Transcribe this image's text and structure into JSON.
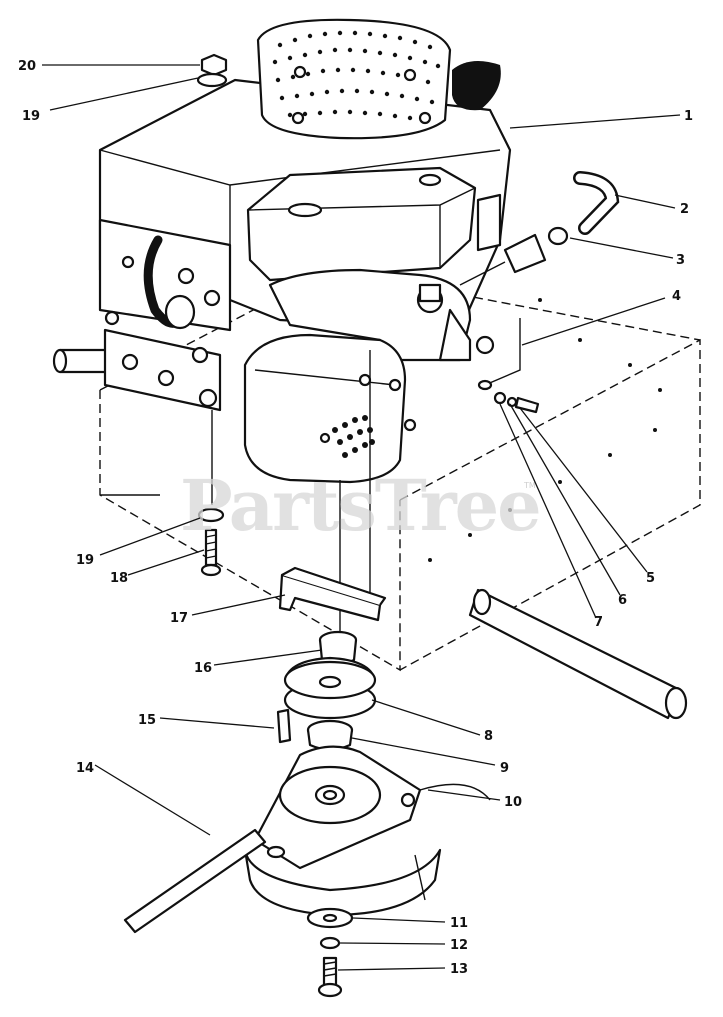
{
  "watermark": "PartsTree",
  "watermark_mark": "TM",
  "callouts": [
    "1",
    "2",
    "3",
    "4",
    "5",
    "6",
    "7",
    "8",
    "9",
    "10",
    "11",
    "12",
    "13",
    "14",
    "15",
    "16",
    "17",
    "18",
    "19",
    "19",
    "20"
  ]
}
